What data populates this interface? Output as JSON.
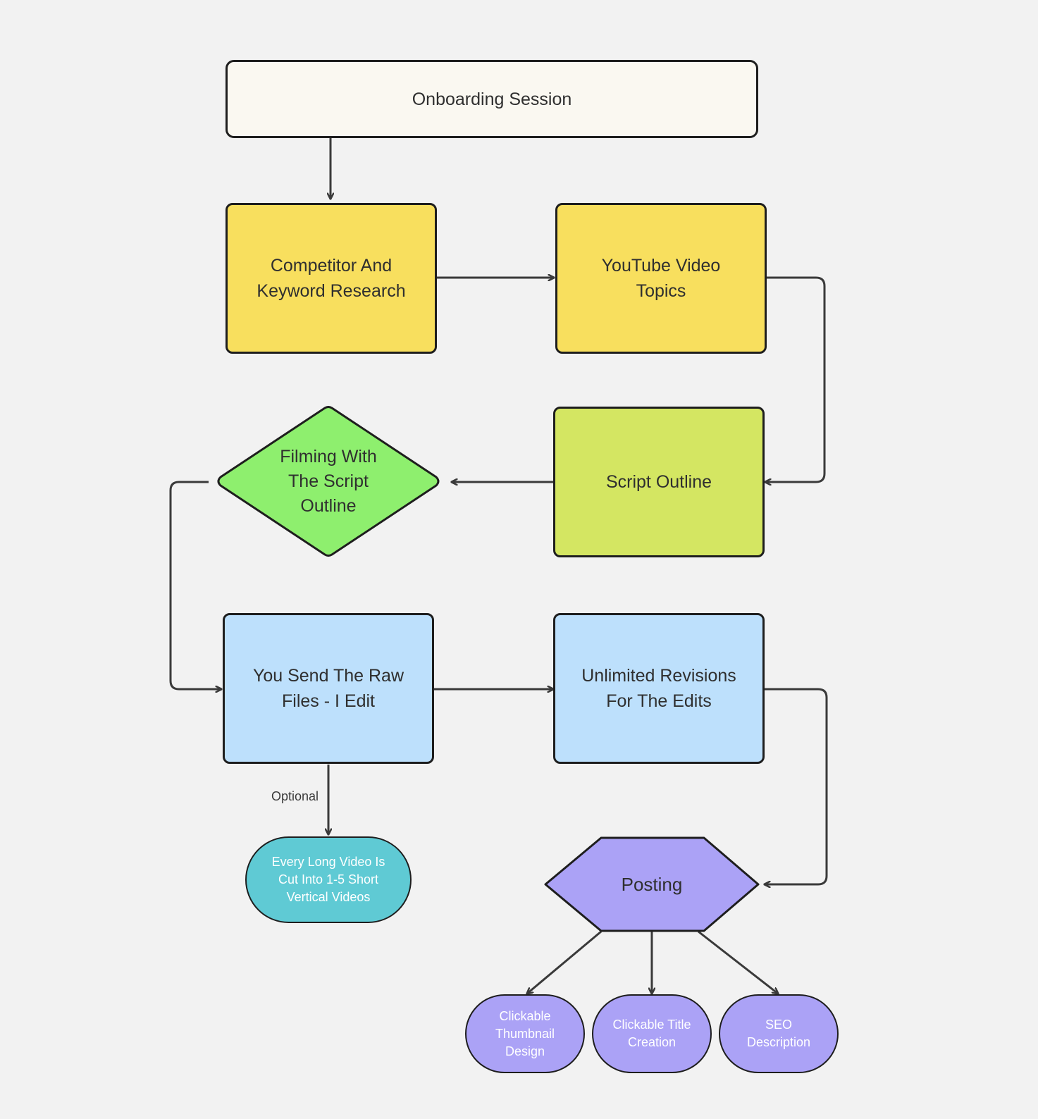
{
  "nodes": {
    "onboarding": {
      "label": "Onboarding Session",
      "color": "#faf8f1"
    },
    "research": {
      "label": "Competitor And\nKeyword Research",
      "color": "#f8df5e"
    },
    "topics": {
      "label": "YouTube Video\nTopics",
      "color": "#f8df5e"
    },
    "script": {
      "label": "Script Outline",
      "color": "#d4e662"
    },
    "filming": {
      "label": "Filming With\nThe Script\nOutline",
      "color": "#8eef6e"
    },
    "raw_files": {
      "label": "You Send The Raw\nFiles - I Edit",
      "color": "#bde0fc"
    },
    "revisions": {
      "label": "Unlimited Revisions\nFor The Edits",
      "color": "#bde0fc"
    },
    "shorts": {
      "label": "Every Long Video Is\nCut Into 1-5 Short\nVertical Videos",
      "color": "#5fcad4"
    },
    "posting": {
      "label": "Posting",
      "color": "#aba2f6"
    },
    "thumbnail": {
      "label": "Clickable\nThumbnail\nDesign",
      "color": "#aba2f6"
    },
    "title": {
      "label": "Clickable Title\nCreation",
      "color": "#aba2f6"
    },
    "seo": {
      "label": "SEO\nDescription",
      "color": "#aba2f6"
    }
  },
  "edges": [
    {
      "from": "onboarding",
      "to": "research",
      "label": ""
    },
    {
      "from": "research",
      "to": "topics",
      "label": ""
    },
    {
      "from": "topics",
      "to": "script",
      "label": ""
    },
    {
      "from": "script",
      "to": "filming",
      "label": ""
    },
    {
      "from": "filming",
      "to": "raw_files",
      "label": ""
    },
    {
      "from": "raw_files",
      "to": "revisions",
      "label": ""
    },
    {
      "from": "raw_files",
      "to": "shorts",
      "label": "Optional"
    },
    {
      "from": "revisions",
      "to": "posting",
      "label": ""
    },
    {
      "from": "posting",
      "to": "thumbnail",
      "label": ""
    },
    {
      "from": "posting",
      "to": "title",
      "label": ""
    },
    {
      "from": "posting",
      "to": "seo",
      "label": ""
    }
  ],
  "colors": {
    "stroke": "#1e1e1e",
    "connector": "#3a3a3a",
    "background": "#f2f2f2"
  }
}
